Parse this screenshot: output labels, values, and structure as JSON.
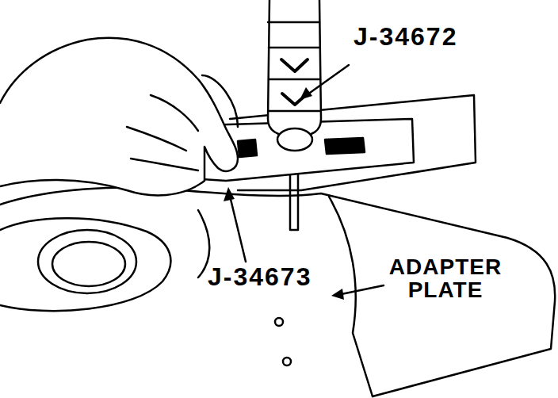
{
  "diagram": {
    "labels": [
      "J-34672",
      "J-34673",
      "ADAPTER PLATE"
    ]
  }
}
